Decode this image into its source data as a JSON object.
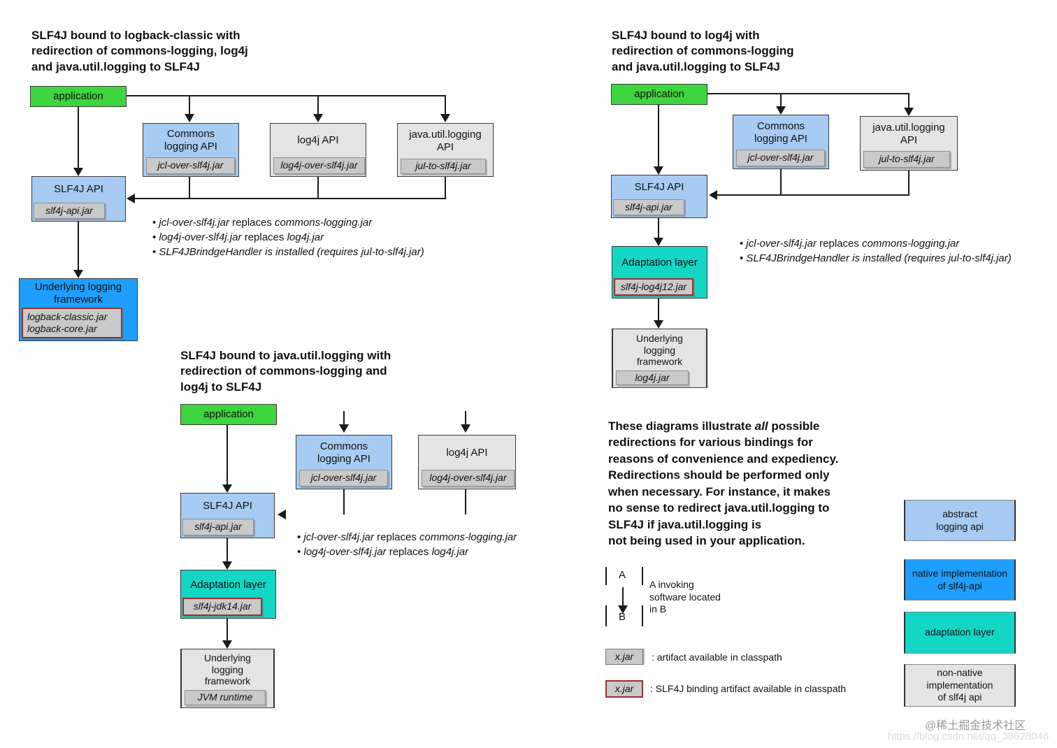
{
  "palette": {
    "application_green": "#3ed63e",
    "abstract_api_light_blue": "#a7cbf2",
    "native_impl_bright_blue": "#1e9fff",
    "adaptation_teal": "#13d6c5",
    "non_native_light_gray": "#e4e4e4",
    "jar_gray": "#c9c9c9",
    "binding_border_red": "#993030",
    "line_black": "#1a1a1a"
  },
  "diagram1": {
    "title": "SLF4J bound to logback-classic with\nredirection of commons-logging, log4j\nand java.util.logging to SLF4J",
    "application": "application",
    "commons_label": "Commons\nlogging API",
    "commons_jar": "jcl-over-slf4j.jar",
    "log4j_label": "log4j API",
    "log4j_jar": "log4j-over-slf4j.jar",
    "jul_label": "java.util.logging\nAPI",
    "jul_jar": "jul-to-slf4j.jar",
    "slf4j_label": "SLF4J API",
    "slf4j_jar": "slf4j-api.jar",
    "underlying_label": "Underlying logging\nframework",
    "underlying_jar": "logback-classic.jar\nlogback-core.jar",
    "bullets": [
      [
        {
          "t": "jcl-over-slf4j.jar",
          "i": true
        },
        {
          "t": " replaces ",
          "i": false
        },
        {
          "t": "commons-logging.jar",
          "i": true
        }
      ],
      [
        {
          "t": "log4j-over-slf4j.jar",
          "i": true
        },
        {
          "t": " replaces ",
          "i": false
        },
        {
          "t": "log4j.jar",
          "i": true
        }
      ],
      [
        {
          "t": "SLF4JBrindgeHandler is installed (requires jul-to-slf4j.jar)",
          "i": true
        }
      ]
    ]
  },
  "diagram2": {
    "title": "SLF4J bound to log4j with\nredirection of commons-logging\nand java.util.logging to SLF4J",
    "application": "application",
    "commons_label": "Commons\nlogging API",
    "commons_jar": "jcl-over-slf4j.jar",
    "jul_label": "java.util.logging\nAPI",
    "jul_jar": "jul-to-slf4j.jar",
    "slf4j_label": "SLF4J API",
    "slf4j_jar": "slf4j-api.jar",
    "adaptation_label": "Adaptation layer",
    "adaptation_jar": "slf4j-log4j12.jar",
    "underlying_label": "Underlying\nlogging\nframework",
    "underlying_jar": "log4j.jar",
    "bullets": [
      [
        {
          "t": "jcl-over-slf4j.jar",
          "i": true
        },
        {
          "t": " replaces ",
          "i": false
        },
        {
          "t": "commons-logging.jar",
          "i": true
        }
      ],
      [
        {
          "t": "SLF4JBrindgeHandler is installed (requires jul-to-slf4j.jar)",
          "i": true
        }
      ]
    ]
  },
  "diagram3": {
    "title": "SLF4J bound to java.util.logging with\nredirection of commons-logging and\nlog4j to SLF4J",
    "application": "application",
    "commons_label": "Commons\nlogging API",
    "commons_jar": "jcl-over-slf4j.jar",
    "log4j_label": "log4j API",
    "log4j_jar": "log4j-over-slf4j.jar",
    "slf4j_label": "SLF4J API",
    "slf4j_jar": "slf4j-api.jar",
    "adaptation_label": "Adaptation layer",
    "adaptation_jar": "slf4j-jdk14.jar",
    "underlying_label": "Underlying\nlogging\nframework",
    "underlying_jar": "JVM runtime",
    "bullets": [
      [
        {
          "t": "jcl-over-slf4j.jar",
          "i": true
        },
        {
          "t": " replaces ",
          "i": false
        },
        {
          "t": "commons-logging.jar",
          "i": true
        }
      ],
      [
        {
          "t": "log4j-over-slf4j.jar",
          "i": true
        },
        {
          "t": " replaces ",
          "i": false
        },
        {
          "t": "log4j.jar",
          "i": true
        }
      ]
    ]
  },
  "note": {
    "segments": [
      {
        "t": "These diagrams illustrate ",
        "i": false
      },
      {
        "t": "all",
        "i": true
      },
      {
        "t": " possible\nredirections for various bindings for\nreasons of convenience and expediency.\nRedirections should be performed only\nwhen necessary. For instance, it makes\nno sense to redirect java.util.logging to\nSLF4J if java.util.logging is\nnot being used in your application.",
        "i": false
      }
    ]
  },
  "legend": {
    "a": "A",
    "b": "B",
    "arrow_note": "A invoking\nsoftware located\nin B",
    "jar_label": "x.jar",
    "artifact_note": ": artifact available in classpath",
    "binding_note": ": SLF4J binding artifact available in classpath",
    "colors": [
      {
        "label": "abstract\nlogging api",
        "color": "#a7cbf2"
      },
      {
        "label": "native implementation\nof slf4j-api",
        "color": "#1e9fff"
      },
      {
        "label": "adaptation layer",
        "color": "#13d6c5"
      },
      {
        "label": "non-native implementation\nof slf4j api",
        "color": "#e4e4e4"
      }
    ]
  },
  "watermark": {
    "line1": "@稀土掘金技术社区",
    "line2": "https://blog.csdn.net/qq_38628046"
  }
}
